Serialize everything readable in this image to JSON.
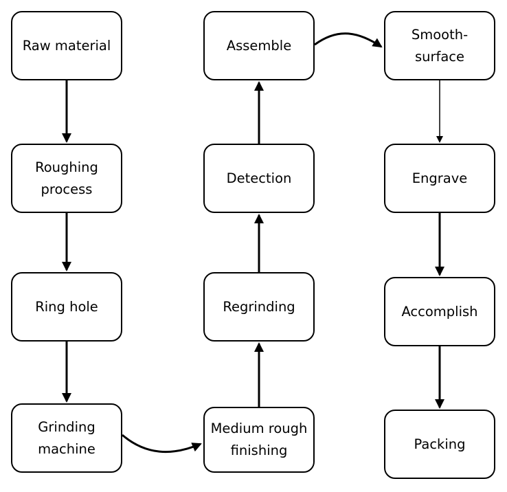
{
  "nodes": {
    "raw_material": "Raw material",
    "roughing_process": "Roughing\nprocess",
    "ring_hole": "Ring hole",
    "grinding_machine": "Grinding\nmachine",
    "medium_rough_finishing": "Medium rough\nfinishing",
    "regrinding": "Regrinding",
    "detection": "Detection",
    "assemble": "Assemble",
    "smooth_surface": "Smooth-\nsurface",
    "engrave": "Engrave",
    "accomplish": "Accomplish",
    "packing": "Packing"
  },
  "flow": [
    "Raw material",
    "Roughing process",
    "Ring hole",
    "Grinding machine",
    "Medium rough finishing",
    "Regrinding",
    "Detection",
    "Assemble",
    "Smooth-surface",
    "Engrave",
    "Accomplish",
    "Packing"
  ],
  "colors": {
    "stroke": "#000000",
    "background": "#ffffff"
  }
}
